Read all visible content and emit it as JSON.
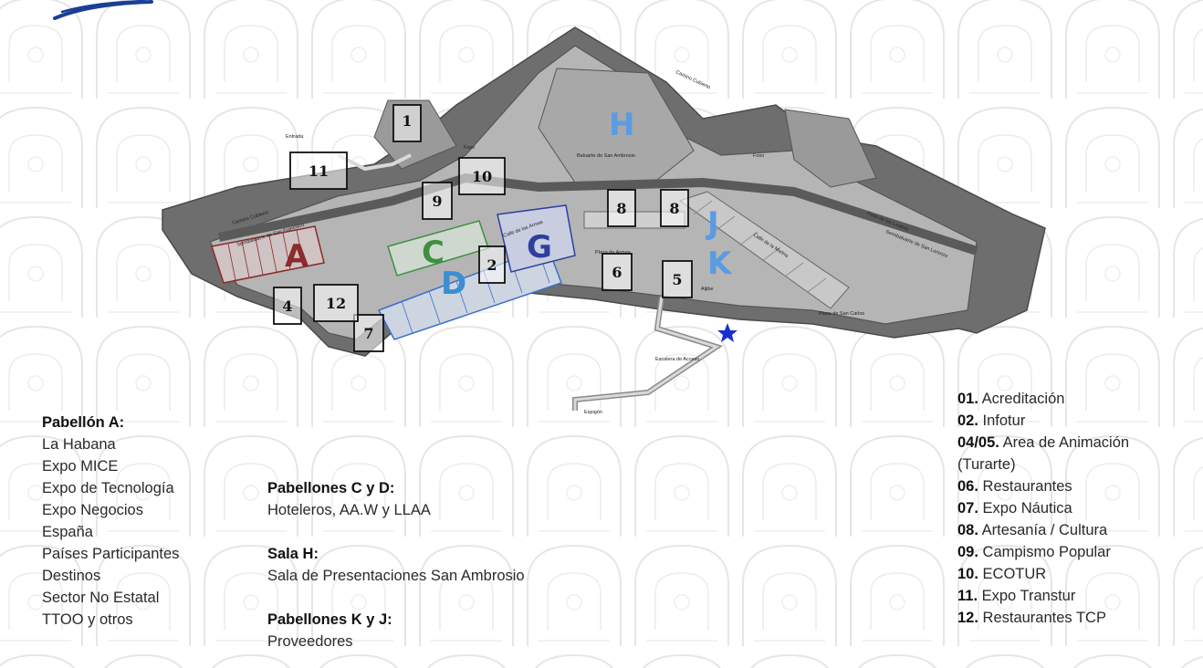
{
  "map": {
    "pavilion_letters": [
      {
        "letter": "A",
        "color": "#8b2b2b"
      },
      {
        "letter": "C",
        "color": "#3f8f3f"
      },
      {
        "letter": "D",
        "color": "#3b8fd0"
      },
      {
        "letter": "G",
        "color": "#2f3f9e"
      },
      {
        "letter": "H",
        "color": "#5b9be0"
      },
      {
        "letter": "J",
        "color": "#5b9be0"
      },
      {
        "letter": "K",
        "color": "#5b9be0"
      }
    ],
    "area_numbers": [
      "1",
      "2",
      "4",
      "5",
      "6",
      "7",
      "8",
      "8",
      "9",
      "10",
      "11",
      "12"
    ],
    "place_labels": {
      "entrada": "Entrada",
      "foso_left": "Foso",
      "camino_cubierto_left": "Camino Cubierto",
      "camino_cubierto_top": "Camino Cubierto",
      "baluarte": "Baluarte de San Ambrosio",
      "foso_right": "Foso",
      "foso_leones": "Foso de los Leones",
      "semibaluarte_francisco": "Semibaluarte de San Francisco",
      "semibaluarte_lorenzo": "Semibaluarte de San Lorenzo",
      "calle_armas": "Calle de las Armas",
      "calle_marina": "Calle de la Marina",
      "plaza_armas": "Plaza de Armas",
      "plaza_carlos": "Plaza de San Carlos",
      "aljibe": "Aljibe",
      "escalera": "Escalera de Acceso",
      "espigon": "Espigón"
    },
    "colors": {
      "zone_outline": "#333333",
      "fortress": "#b5b5b5",
      "moat": "#6e6e6e",
      "road": "#5a5a5a",
      "star": "#1a2fd0"
    }
  },
  "legend_left": {
    "heading": "Pabellón A:",
    "items": [
      "La Habana",
      "Expo MICE",
      "Expo de Tecnología",
      "Expo Negocios",
      "España",
      "Países Participantes",
      "Destinos",
      "Sector No Estatal",
      "TTOO y otros"
    ]
  },
  "legend_middle": {
    "cd_heading": "Pabellones C y D:",
    "cd_text": "Hoteleros, AA.W y LLAA",
    "h_heading": "Sala H:",
    "h_text": "Sala de Presentaciones San Ambrosio",
    "kj_heading": "Pabellones K y J:",
    "kj_text": "Proveedores"
  },
  "legend_right": [
    {
      "code": "01.",
      "label": "Acreditación"
    },
    {
      "code": "02.",
      "label": "Infotur"
    },
    {
      "code": "04/05.",
      "label": "Area de Animación"
    },
    {
      "code": "",
      "label": "(Turarte)"
    },
    {
      "code": "06.",
      "label": "Restaurantes"
    },
    {
      "code": "07.",
      "label": "Expo Náutica"
    },
    {
      "code": "08.",
      "label": "Artesanía / Cultura"
    },
    {
      "code": "09.",
      "label": "Campismo Popular"
    },
    {
      "code": "10.",
      "label": "ECOTUR"
    },
    {
      "code": "11.",
      "label": "Expo Transtur"
    },
    {
      "code": "12.",
      "label": "Restaurantes TCP"
    }
  ]
}
